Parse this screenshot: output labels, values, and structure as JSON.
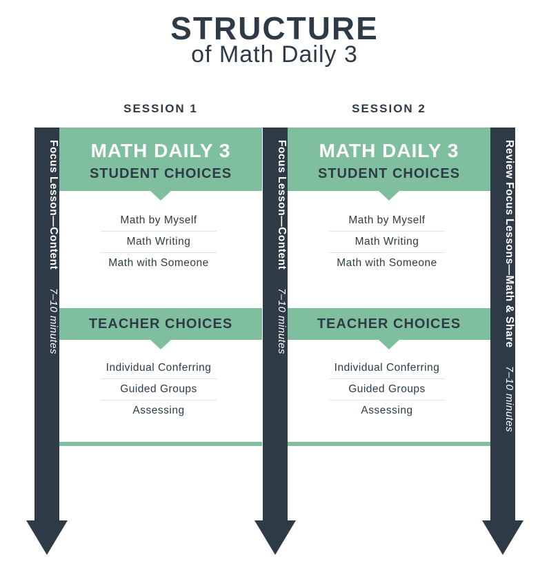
{
  "title": {
    "line1": "STRUCTURE",
    "line2": "of Math Daily 3"
  },
  "sessions": [
    {
      "label": "SESSION 1",
      "header_big": "MATH DAILY 3",
      "header_small": "STUDENT CHOICES",
      "student_choices": [
        "Math by Myself",
        "Math Writing",
        "Math with Someone"
      ],
      "teacher_header": "TEACHER CHOICES",
      "teacher_choices": [
        "Individual Conferring",
        "Guided Groups",
        "Assessing"
      ]
    },
    {
      "label": "SESSION 2",
      "header_big": "MATH DAILY 3",
      "header_small": "STUDENT CHOICES",
      "student_choices": [
        "Math by Myself",
        "Math Writing",
        "Math with Someone"
      ],
      "teacher_header": "TEACHER CHOICES",
      "teacher_choices": [
        "Individual Conferring",
        "Guided Groups",
        "Assessing"
      ]
    }
  ],
  "arrows": [
    {
      "label": "Focus Lesson—Content",
      "time": "7–10 minutes"
    },
    {
      "label": "Focus Lesson—Content",
      "time": "7–10 minutes"
    },
    {
      "label": "Review Focus Lessons—Math & Share",
      "time": "7–10 minutes"
    }
  ],
  "colors": {
    "dark": "#2e3a46",
    "green": "#7fbf9f",
    "divider": "#dfe3e6"
  }
}
